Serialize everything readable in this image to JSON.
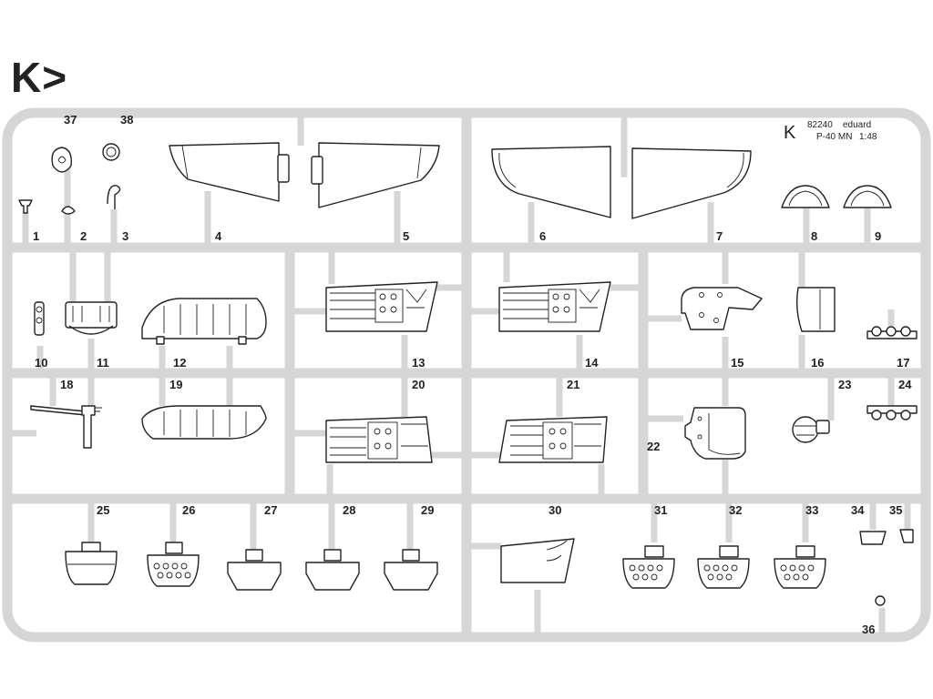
{
  "header": {
    "sprue_letter": "K>"
  },
  "plate": {
    "letter": "K",
    "code": "82240",
    "brand": "eduard",
    "model": "P-40 MN",
    "scale": "1:48"
  },
  "parts": [
    {
      "n": "1"
    },
    {
      "n": "2"
    },
    {
      "n": "3"
    },
    {
      "n": "4"
    },
    {
      "n": "5"
    },
    {
      "n": "6"
    },
    {
      "n": "7"
    },
    {
      "n": "8"
    },
    {
      "n": "9"
    },
    {
      "n": "10"
    },
    {
      "n": "11"
    },
    {
      "n": "12"
    },
    {
      "n": "13"
    },
    {
      "n": "14"
    },
    {
      "n": "15"
    },
    {
      "n": "16"
    },
    {
      "n": "17"
    },
    {
      "n": "18"
    },
    {
      "n": "19"
    },
    {
      "n": "20"
    },
    {
      "n": "21"
    },
    {
      "n": "22"
    },
    {
      "n": "23"
    },
    {
      "n": "24"
    },
    {
      "n": "25"
    },
    {
      "n": "26"
    },
    {
      "n": "27"
    },
    {
      "n": "28"
    },
    {
      "n": "29"
    },
    {
      "n": "30"
    },
    {
      "n": "31"
    },
    {
      "n": "32"
    },
    {
      "n": "33"
    },
    {
      "n": "34"
    },
    {
      "n": "35"
    },
    {
      "n": "36"
    },
    {
      "n": "37"
    },
    {
      "n": "38"
    }
  ],
  "colors": {
    "runner": "#d6d6d6",
    "line": "#222222",
    "background": "#ffffff"
  }
}
